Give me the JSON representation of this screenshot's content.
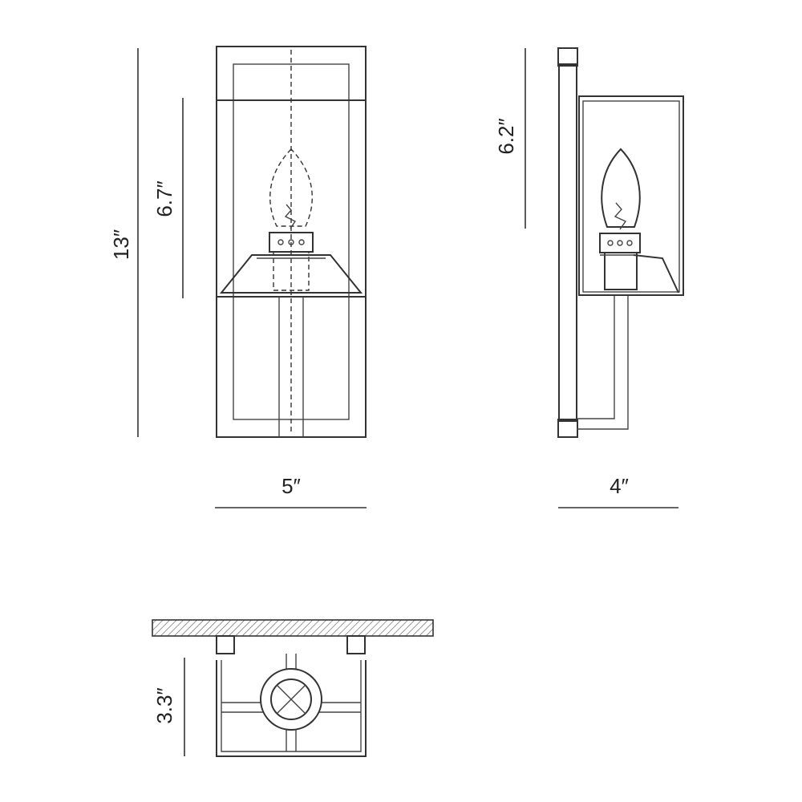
{
  "dimensions": {
    "front_height": "13″",
    "shade_height": "6.7″",
    "front_width": "5″",
    "side_shade_height": "6.2″",
    "side_depth": "4″",
    "top_depth": "3.3″"
  },
  "colors": {
    "line": "#333333",
    "background": "#ffffff",
    "hatch": "#555555"
  }
}
